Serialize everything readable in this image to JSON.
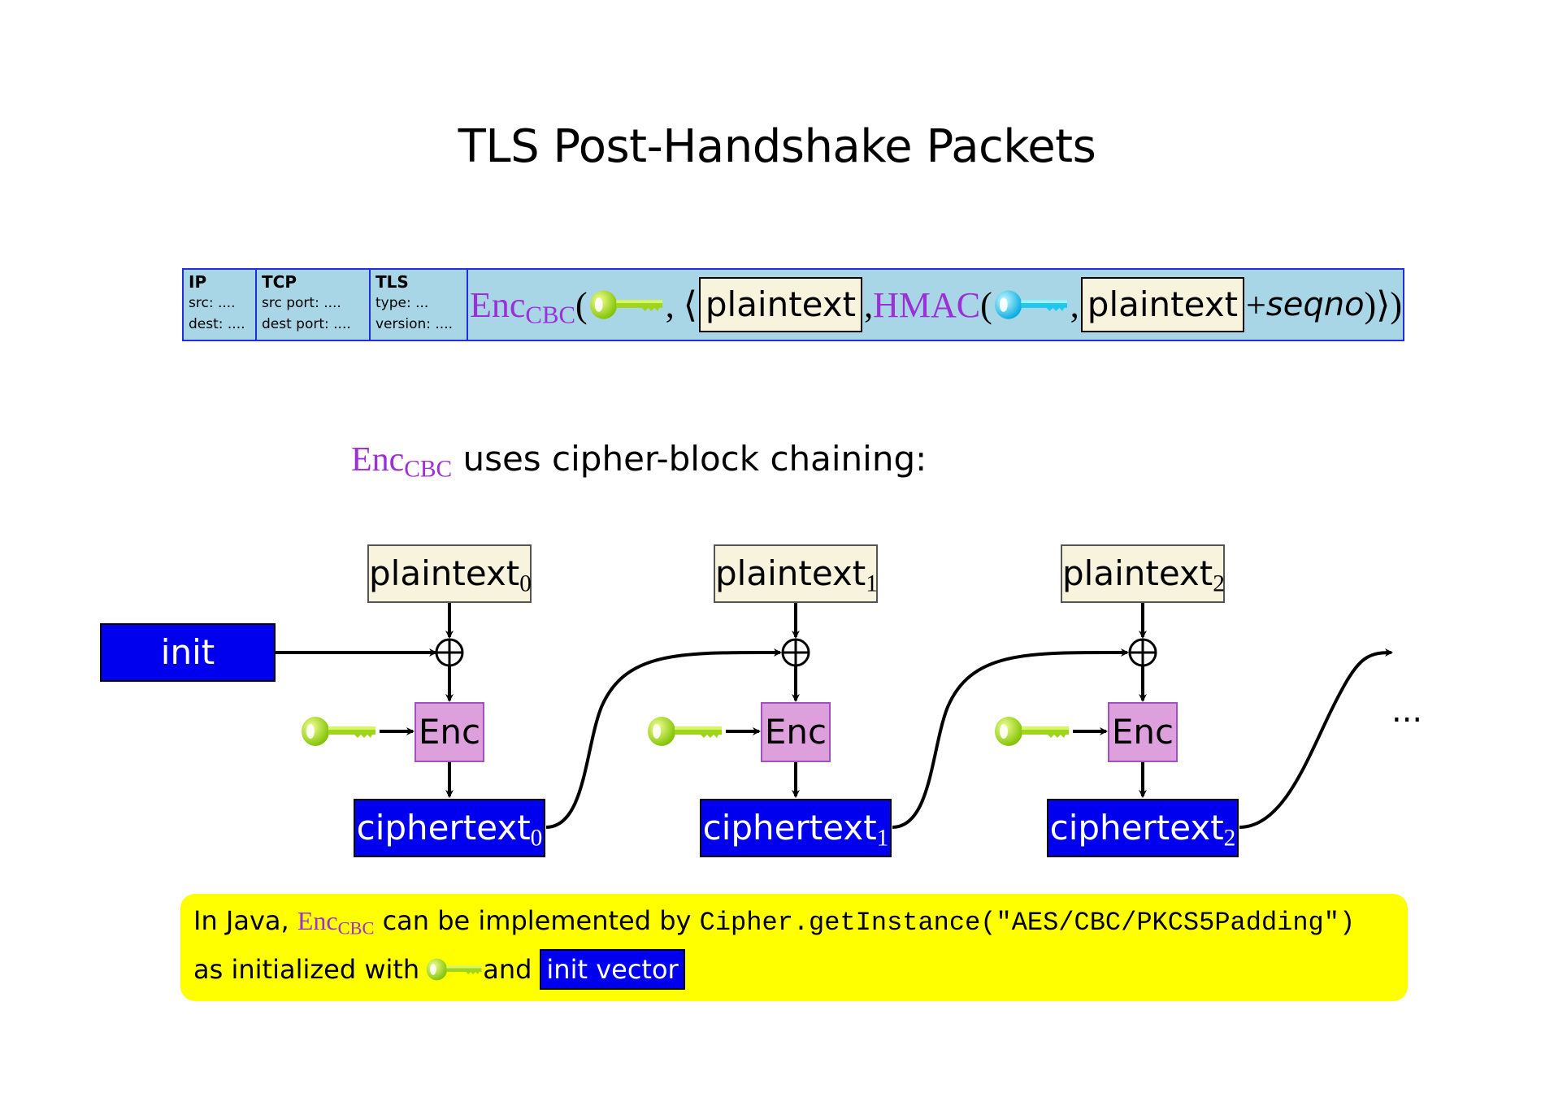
{
  "title": "TLS Post-Handshake Packets",
  "packet": {
    "ip": {
      "head": "IP",
      "line1": "src: ....",
      "line2": "dest: ...."
    },
    "tcp": {
      "head": "TCP",
      "line1": "src port: ....",
      "line2": "dest port: ...."
    },
    "tls": {
      "head": "TLS",
      "line1": "type: ...",
      "line2": "version: ...."
    },
    "enc": "Enc",
    "enc_sub": "CBC",
    "open": "(",
    "comma1": ", ⟨",
    "plaintext": "plaintext",
    "comma2": ", ",
    "hmac": "HMAC",
    "open2": "(",
    "comma3": ", ",
    "plus": "+",
    "seqno": "seqno",
    "close": ")⟩)"
  },
  "subtitle": {
    "enc": "Enc",
    "enc_sub": "CBC",
    "text": " uses cipher-block chaining:"
  },
  "diagram": {
    "init_vector": "init vector",
    "plaintext_label": "plaintext",
    "enc_label": "Enc",
    "ciphertext_label": "ciphertext",
    "indices": [
      "0",
      "1",
      "2"
    ],
    "ellipsis": "..."
  },
  "note": {
    "prefix": "In Java, ",
    "enc": "Enc",
    "enc_sub": "CBC",
    "mid": " can be implemented by ",
    "code": "Cipher.getInstance(\"AES/CBC/PKCS5Padding\")",
    "line2_prefix": "as initialized with ",
    "and": " and",
    "iv": "init vector"
  },
  "colors": {
    "packet_bg": "#a9d6e6",
    "accent_purple": "#9b30d9",
    "block_blue": "#0000ee",
    "plaintext_bg": "#f7f3dc",
    "enc_bg": "#dda0dd",
    "note_bg": "#ffff00",
    "key_green": "#a8e020",
    "key_cyan": "#20d0f0"
  },
  "icons": [
    "green-key-icon",
    "cyan-key-icon",
    "xor-icon",
    "arrow-icon"
  ]
}
